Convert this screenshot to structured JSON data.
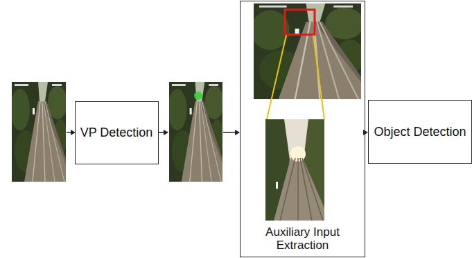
{
  "diagram": {
    "nodes": [
      {
        "text": [
          "VP Detection"
        ]
      },
      {
        "text": [
          "Auxiliary Input Extraction"
        ]
      },
      {
        "text": [
          "Object Detection"
        ]
      }
    ],
    "edges": [
      {
        "from": 0,
        "to": 1,
        "arrow": "to"
      },
      {
        "from": 1,
        "to": 2,
        "arrow": "to"
      }
    ]
  }
}
